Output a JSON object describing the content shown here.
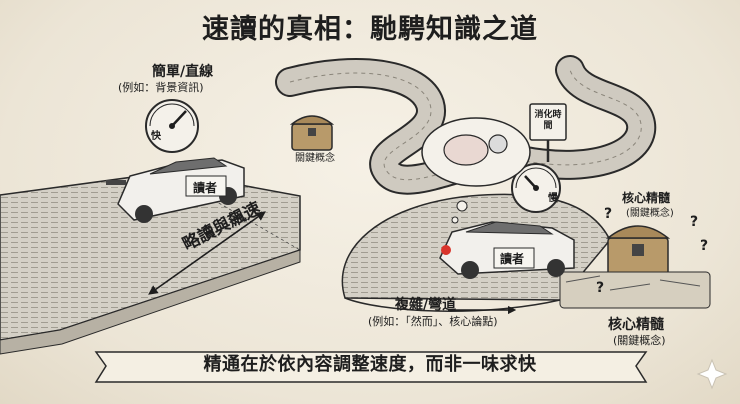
{
  "title": "速讀的真相：馳騁知識之道",
  "simple": {
    "heading": "簡單/直線",
    "example": "(例如：背景資訊)"
  },
  "gauges": {
    "fast": "快",
    "slow": "慢"
  },
  "key_concepts": "關鍵概念",
  "digest_sign": "消化時間",
  "car_label": "讀者",
  "skim_label": "略讀與飆速",
  "complex": {
    "heading": "複雜/彎道",
    "example": "(例如：「然而」、核心論點)"
  },
  "core": {
    "heading": "核心精髓",
    "sub": "(關鍵概念)"
  },
  "banner": "精通在於依內容調整速度，而非一味求快",
  "colors": {
    "ink": "#1e1e1e",
    "paper": "#efe9dc",
    "road": "#c9c5bb",
    "car": "#f2f0ec",
    "brake_light": "#d9342b"
  }
}
